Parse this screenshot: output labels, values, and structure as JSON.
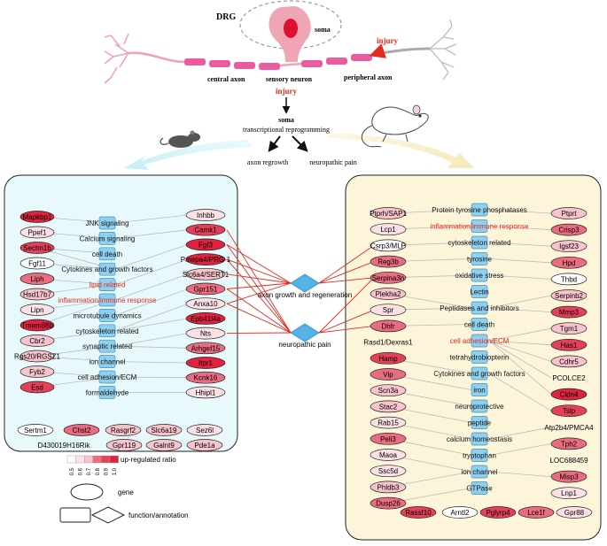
{
  "header": {
    "drg": "DRG",
    "soma": "soma",
    "injury_top": "injury",
    "central_axon": "central axon",
    "sensory_neuron": "sensory neuron",
    "peripheral_axon": "peripheral axon",
    "injury_mid": "injury",
    "soma_mid": "soma",
    "reprogramming": "transcriptional reprogramming",
    "outcome_regrowth": "axon regrowth",
    "outcome_pain": "neuropathic pain"
  },
  "hubs": {
    "regeneration": "axon growth and regeneration",
    "pain": "neuropathic pain"
  },
  "left_genes_a": [
    "Mapkbp1",
    "Ppef1",
    "Sectm1b",
    "Fgf11",
    "Liph",
    "Hsd17b7",
    "Lipn",
    "Tmem88b",
    "Cbr2",
    "Rgs20/RGSZ1",
    "Fyb2",
    "Esd"
  ],
  "left_colors_a": [
    "#e0223f",
    "#fbe0e5",
    "#e5405a",
    "#ffffff",
    "#ea6c80",
    "#f7c3cc",
    "#fbe0e5",
    "#e0223f",
    "#f7c3cc",
    "#f7c3cc",
    "#f7c3cc",
    "#e5405a"
  ],
  "left_functions": [
    {
      "label": "JNK signaling",
      "red": false
    },
    {
      "label": "Calcium signaling",
      "red": false
    },
    {
      "label": "cell death",
      "red": false
    },
    {
      "label": "Cytokines and growth factors",
      "red": false
    },
    {
      "label": "lipid related",
      "red": true
    },
    {
      "label": "inflammation/immune response",
      "red": true
    },
    {
      "label": "microtubule dynamics",
      "red": false
    },
    {
      "label": "cytoskeleton related",
      "red": false
    },
    {
      "label": "synaptic related",
      "red": false
    },
    {
      "label": "ion channel",
      "red": false
    },
    {
      "label": "cell adhesion/ECM",
      "red": false
    },
    {
      "label": "formaldehyde",
      "red": false
    }
  ],
  "left_genes_b": [
    "Inhbb",
    "Camk1",
    "Fgf3",
    "Pmepa4/PRG-1",
    "Slc6a4/SERT1",
    "Gpr151",
    "Anxa10",
    "Epb41l4a",
    "Nts",
    "Arhgef15",
    "Itpr1",
    "Kcnk16",
    "Hhipl1",
    "Sez6l",
    "Pde1a"
  ],
  "left_colors_b": [
    "#fbe0e5",
    "#e5405a",
    "#e0223f",
    "#e0223f",
    "#f7c3cc",
    "#ea6c80",
    "#fbe0e5",
    "#e0223f",
    "#fbe0e5",
    "#ea6c80",
    "#e0223f",
    "#ea6c80",
    "#fbe0e5",
    "#fbe0e5",
    "#f7c3cc"
  ],
  "left_bottom_genes": [
    "Sertm1",
    "Chst2",
    "Rasgrf2",
    "Slc6a19",
    "Sez6l",
    "D430019H16Rik",
    "Gpr119",
    "Galnt9",
    "Pde1a"
  ],
  "left_bottom_colors": [
    "#ffffff",
    "#ea6c80",
    "#f7c3cc",
    "#f7c3cc",
    "#fbe0e5",
    "#ffffff",
    "#f7c3cc",
    "#f7c3cc",
    "#f7c3cc"
  ],
  "right_genes_a": [
    "Ptprh/SAP1",
    "Lcp1",
    "Csrp3/MLP",
    "Reg3b",
    "Serpina3n",
    "Plekha2",
    "Spr",
    "Dhfr",
    "Rasd1/Dexras1",
    "Hamp",
    "Vip",
    "Scn3a",
    "Stac2",
    "Rab15",
    "Peli3",
    "Maoa",
    "Ssc5d",
    "Phldb3",
    "Dusp26"
  ],
  "right_colors_a": [
    "#f7c3cc",
    "#fbe0e5",
    "#ffffff",
    "#ea6c80",
    "#ea6c80",
    "#f7c3cc",
    "#fbe0e5",
    "#ea6c80",
    "#ffffff",
    "#e5405a",
    "#ea6c80",
    "#f7c3cc",
    "#f7c3cc",
    "#fbe0e5",
    "#ea6c80",
    "#fbe0e5",
    "#fbe0e5",
    "#f7c3cc",
    "#ea6c80"
  ],
  "right_functions": [
    {
      "label": "Protein tyrosine phosphatases",
      "red": false
    },
    {
      "label": "inflammation/immune response",
      "red": true
    },
    {
      "label": "cytoskeleton related",
      "red": false
    },
    {
      "label": "tyrosine",
      "red": false
    },
    {
      "label": "oxidative stress",
      "red": false
    },
    {
      "label": "Lectin",
      "red": false
    },
    {
      "label": "Peptidases and inhibitors",
      "red": false
    },
    {
      "label": "cell death",
      "red": false
    },
    {
      "label": "cell adhesion/ECM",
      "red": true
    },
    {
      "label": "tetrahydrobiopterin",
      "red": false
    },
    {
      "label": "Cytokines and growth factors",
      "red": false
    },
    {
      "label": "iron",
      "red": false
    },
    {
      "label": "neuroprotective",
      "red": false
    },
    {
      "label": "peptide",
      "red": false
    },
    {
      "label": "calcium homeostasis",
      "red": false
    },
    {
      "label": "tryptophan",
      "red": false
    },
    {
      "label": "ion channel",
      "red": false
    },
    {
      "label": "GTPase",
      "red": false
    }
  ],
  "right_genes_b": [
    "Ptprt",
    "Crisp3",
    "Igsf23",
    "Hpd",
    "Thbd",
    "Serpinb2",
    "Mmp3",
    "Tgm1",
    "Has1",
    "Cdhr5",
    "PCOLCE2",
    "Cldn4",
    "Tslp",
    "Atp2b4/PMCA4",
    "Tph2",
    "LOC688459",
    "Misp3",
    "Lnp1"
  ],
  "right_colors_b": [
    "#f7c3cc",
    "#ea6c80",
    "#f7c3cc",
    "#ea6c80",
    "#ffffff",
    "#f7c3cc",
    "#e5405a",
    "#f7c3cc",
    "#e5405a",
    "#f7c3cc",
    "#ffffff",
    "#e0223f",
    "#e5405a",
    "#ffffff",
    "#ea6c80",
    "#ffffff",
    "#ea6c80",
    "#fbe0e5"
  ],
  "right_bottom_genes": [
    "Rassf10",
    "Arntl2",
    "Pglyrp4",
    "Lce1f",
    "Gpr88"
  ],
  "right_bottom_colors": [
    "#e5405a",
    "#ffffff",
    "#e5405a",
    "#ea6c80",
    "#fbe0e5"
  ],
  "legend": {
    "scale_title": "up-regulated ratio",
    "ticks": [
      "0.5",
      "0.6",
      "0.7",
      "0.8",
      "0.9",
      "1.0"
    ],
    "colors": [
      "#ffffff",
      "#fbe0e5",
      "#f7c3cc",
      "#ea6c80",
      "#e5405a",
      "#e0223f"
    ],
    "gene": "gene",
    "function": "function/annotation"
  },
  "colors": {
    "left_panel": "#e8f9fb",
    "right_panel": "#fdf5da",
    "func_box": "#8fd0ef",
    "hub": "#56b3e6",
    "red_edge": "#e52a1f",
    "gray_edge": "#bbbbbb",
    "injury": "#e52a1f"
  }
}
